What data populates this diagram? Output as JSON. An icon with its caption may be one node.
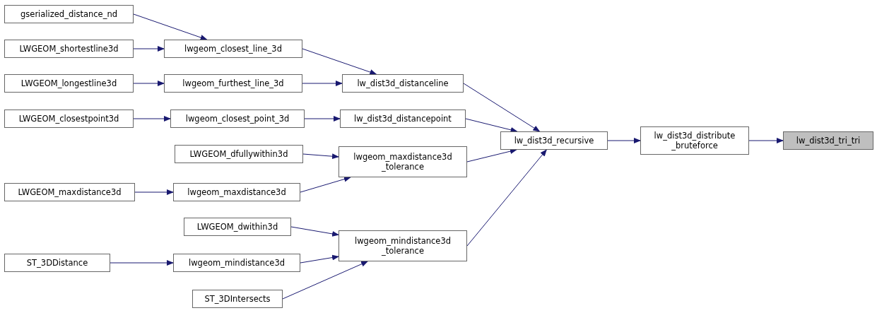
{
  "diagram": {
    "nodes": [
      {
        "text": [
          "gserialized_distance_nd"
        ]
      },
      {
        "text": [
          "LWGEOM_shortestline3d"
        ]
      },
      {
        "text": [
          "lwgeom_closest_line_3d"
        ]
      },
      {
        "text": [
          "LWGEOM_longestline3d"
        ]
      },
      {
        "text": [
          "lwgeom_furthest_line_3d"
        ]
      },
      {
        "text": [
          "lw_dist3d_distanceline"
        ]
      },
      {
        "text": [
          "LWGEOM_closestpoint3d"
        ]
      },
      {
        "text": [
          "lwgeom_closest_point_3d"
        ]
      },
      {
        "text": [
          "lw_dist3d_distancepoint"
        ]
      },
      {
        "text": [
          "lw_dist3d_recursive"
        ]
      },
      {
        "text": [
          "lw_dist3d_distribute _bruteforce"
        ]
      },
      {
        "text": [
          "lw_dist3d_tri_tri"
        ]
      },
      {
        "text": [
          "LWGEOM_dfullywithin3d"
        ]
      },
      {
        "text": [
          "lwgeom_maxdistance3d _tolerance"
        ]
      },
      {
        "text": [
          "LWGEOM_maxdistance3d"
        ]
      },
      {
        "text": [
          "lwgeom_maxdistance3d"
        ]
      },
      {
        "text": [
          "LWGEOM_dwithin3d"
        ]
      },
      {
        "text": [
          "lwgeom_mindistance3d _tolerance"
        ]
      },
      {
        "text": [
          "ST_3DDistance"
        ]
      },
      {
        "text": [
          "lwgeom_mindistance3d"
        ]
      },
      {
        "text": [
          "ST_3DIntersects"
        ]
      }
    ],
    "edges": [
      {
        "from": 0,
        "to": 2,
        "arrow": "to"
      },
      {
        "from": 1,
        "to": 2,
        "arrow": "to"
      },
      {
        "from": 2,
        "to": 5,
        "arrow": "to"
      },
      {
        "from": 3,
        "to": 4,
        "arrow": "to"
      },
      {
        "from": 4,
        "to": 5,
        "arrow": "to"
      },
      {
        "from": 6,
        "to": 7,
        "arrow": "to"
      },
      {
        "from": 7,
        "to": 8,
        "arrow": "to"
      },
      {
        "from": 5,
        "to": 9,
        "arrow": "to"
      },
      {
        "from": 8,
        "to": 9,
        "arrow": "to"
      },
      {
        "from": 12,
        "to": 13,
        "arrow": "to"
      },
      {
        "from": 15,
        "to": 13,
        "arrow": "to"
      },
      {
        "from": 14,
        "to": 15,
        "arrow": "to"
      },
      {
        "from": 13,
        "to": 9,
        "arrow": "to"
      },
      {
        "from": 17,
        "to": 9,
        "arrow": "to"
      },
      {
        "from": 16,
        "to": 17,
        "arrow": "to"
      },
      {
        "from": 18,
        "to": 19,
        "arrow": "to"
      },
      {
        "from": 19,
        "to": 17,
        "arrow": "to"
      },
      {
        "from": 20,
        "to": 17,
        "arrow": "to"
      },
      {
        "from": 9,
        "to": 10,
        "arrow": "to"
      },
      {
        "from": 10,
        "to": 11,
        "arrow": "to"
      }
    ]
  }
}
